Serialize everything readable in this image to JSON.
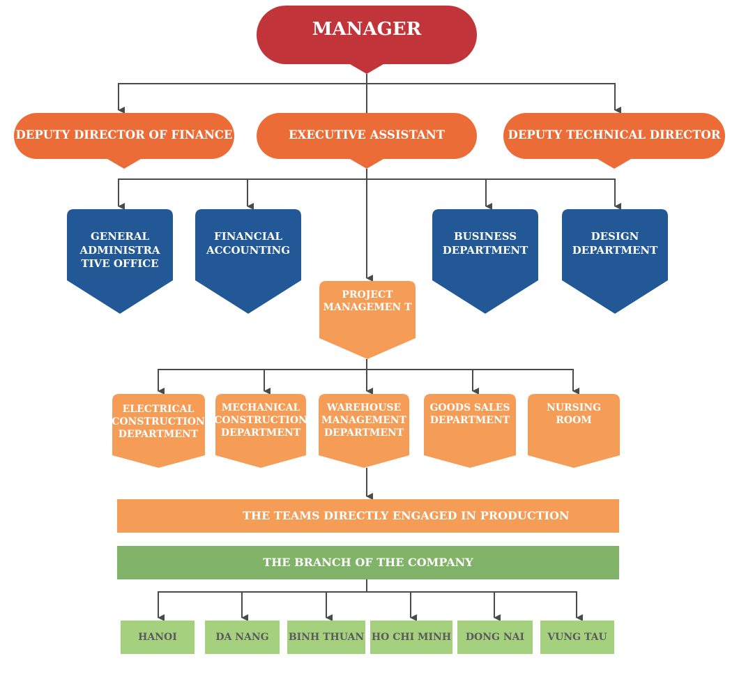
{
  "colors": {
    "manager": "#c1343a",
    "deputy": "#ec6c37",
    "department_blue": "#215895",
    "department_orange": "#f59c57",
    "branch_bar": "#80b367",
    "branch_box": "#a5d17f",
    "connector": "#4a4a4a",
    "label_light": "#ffffff",
    "label_dark": "#5b5b5b"
  },
  "manager": {
    "label": "MANAGER"
  },
  "deputies": [
    {
      "label": "DEPUTY DIRECTOR OF FINANCE"
    },
    {
      "label": "EXECUTIVE ASSISTANT"
    },
    {
      "label": "DEPUTY TECHNICAL DIRECTOR"
    }
  ],
  "offices": [
    {
      "label": "GENERAL\nADMINISTRA\nTIVE OFFICE"
    },
    {
      "label": "FINANCIAL\nACCOUNTING"
    },
    {
      "label": "BUSINESS\nDEPARTMENT"
    },
    {
      "label": "DESIGN\nDEPARTMENT"
    }
  ],
  "project_management": {
    "label": "PROJECT\nMANAGEMEN T"
  },
  "departments": [
    {
      "label": "ELECTRICAL\nCONSTRUCTION\nDEPARTMENT"
    },
    {
      "label": "MECHANICAL\nCONSTRUCTION\nDEPARTMENT"
    },
    {
      "label": "WAREHOUSE\nMANAGEMENT\nDEPARTMENT"
    },
    {
      "label": "GOODS SALES\nDEPARTMENT"
    },
    {
      "label": "NURSING\nROOM"
    }
  ],
  "production_bar": {
    "label": "THE TEAMS DIRECTLY ENGAGED IN PRODUCTION"
  },
  "branch_bar": {
    "label": "THE BRANCH OF THE COMPANY"
  },
  "branches": [
    {
      "label": "HANOI"
    },
    {
      "label": "DA NANG"
    },
    {
      "label": "BINH THUAN"
    },
    {
      "label": "HO CHI MINH"
    },
    {
      "label": "DONG NAI"
    },
    {
      "label": "VUNG TAU"
    }
  ]
}
